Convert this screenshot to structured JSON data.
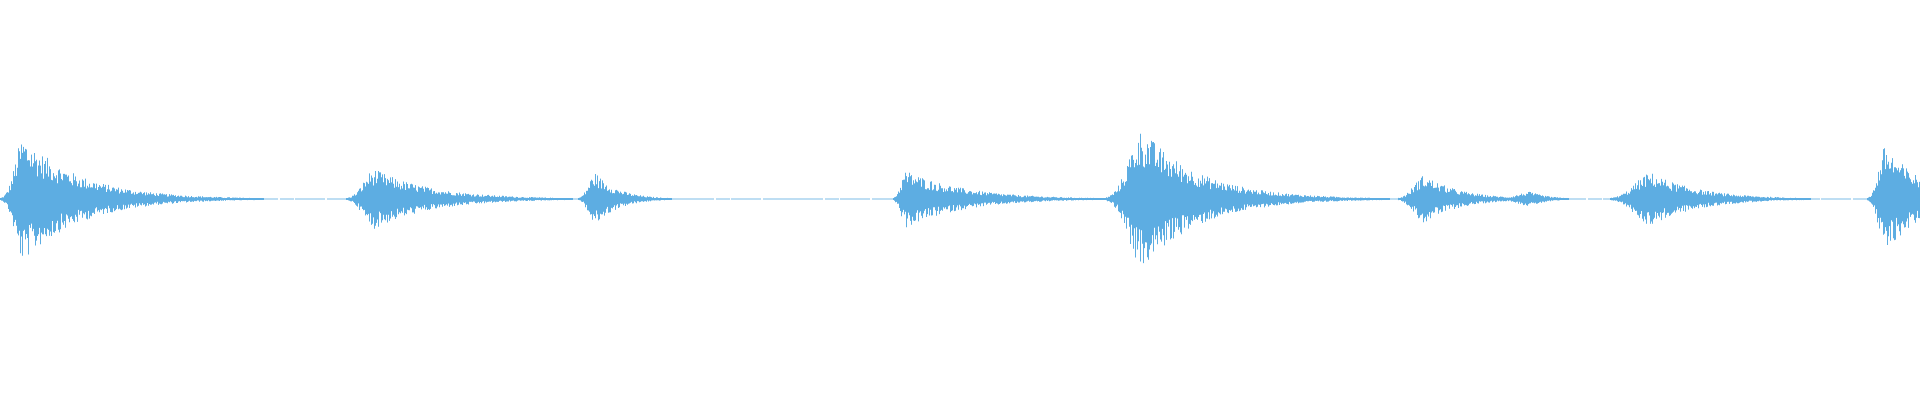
{
  "waveform": {
    "color": "#5DADE2",
    "background": "#FFFFFF",
    "bursts_amplitude": [
      {
        "position": 0.012,
        "amplitude": 0.52,
        "attack": 0.006,
        "decay": 0.03
      },
      {
        "position": 0.195,
        "amplitude": 0.25,
        "attack": 0.008,
        "decay": 0.03
      },
      {
        "position": 0.31,
        "amplitude": 0.22,
        "attack": 0.005,
        "decay": 0.012
      },
      {
        "position": 0.472,
        "amplitude": 0.24,
        "attack": 0.004,
        "decay": 0.03
      },
      {
        "position": 0.595,
        "amplitude": 0.58,
        "attack": 0.01,
        "decay": 0.03
      },
      {
        "position": 0.742,
        "amplitude": 0.2,
        "attack": 0.008,
        "decay": 0.018
      },
      {
        "position": 0.797,
        "amplitude": 0.06,
        "attack": 0.01,
        "decay": 0.01
      },
      {
        "position": 0.86,
        "amplitude": 0.22,
        "attack": 0.012,
        "decay": 0.025
      },
      {
        "position": 0.982,
        "amplitude": 0.45,
        "attack": 0.005,
        "decay": 0.02
      }
    ]
  }
}
